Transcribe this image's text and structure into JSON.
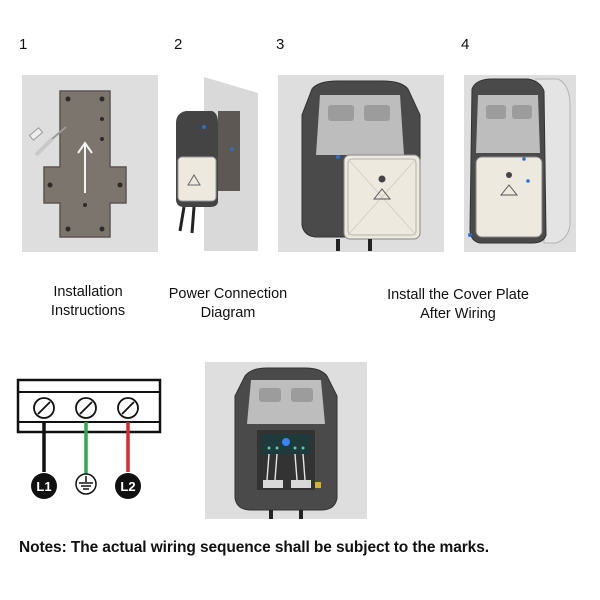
{
  "steps": [
    {
      "num": "1",
      "caption_line1": "Installation",
      "caption_line2": "Instructions"
    },
    {
      "num": "2",
      "caption_line1": "Power Connection",
      "caption_line2": "Diagram"
    },
    {
      "num": "3",
      "caption_line1": "",
      "caption_line2": ""
    },
    {
      "num": "4",
      "caption_line1": "Install the Cover Plate",
      "caption_line2": "After Wiring"
    }
  ],
  "wiring": {
    "terminal_left": "L1",
    "terminal_right": "L2",
    "wire_colors": {
      "left": "#111111",
      "middle": "#2fa84f",
      "right": "#d22b2b"
    }
  },
  "notes": "Notes: The actual wiring sequence shall be subject to the marks."
}
